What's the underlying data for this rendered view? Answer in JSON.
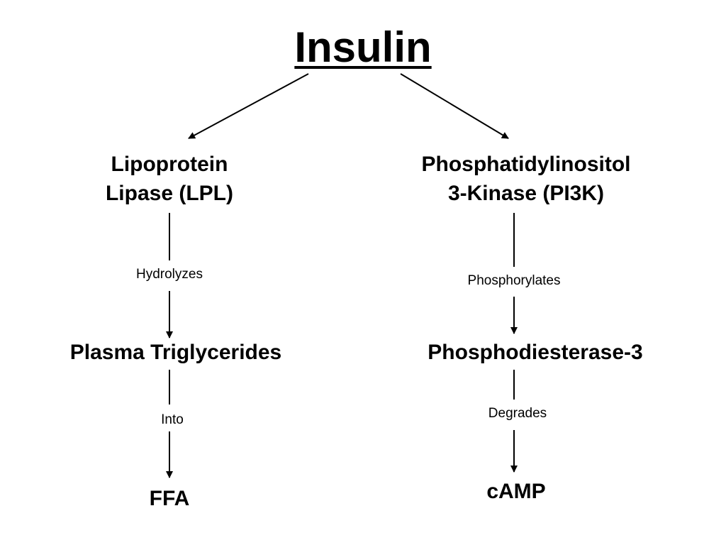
{
  "title": "Insulin",
  "left": {
    "enzyme": [
      "Lipoprotein",
      "Lipase (LPL)"
    ],
    "action": "Hydrolyzes",
    "substrate": "Plasma Triglycerides",
    "conversion": "Into",
    "product": "FFA"
  },
  "right": {
    "enzyme": [
      "Phosphatidylinositol",
      "3-Kinase (PI3K)"
    ],
    "action": "Phosphorylates",
    "substrate": "Phosphodiesterase-3",
    "conversion": "Degrades",
    "product": "cAMP"
  }
}
